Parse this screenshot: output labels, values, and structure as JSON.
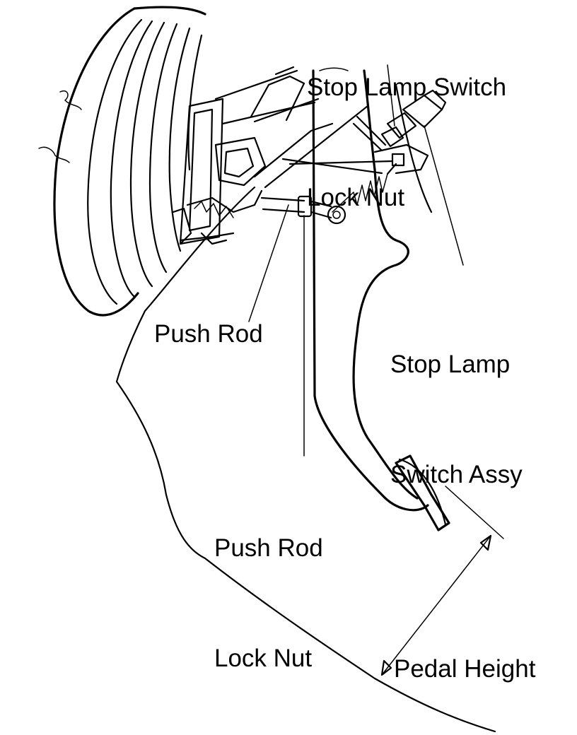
{
  "labels": {
    "stop_lamp_switch_lock_nut_line1": "Stop Lamp Switch",
    "stop_lamp_switch_lock_nut_line2": "Lock Nut",
    "stop_lamp_switch_assy_line1": "Stop Lamp",
    "stop_lamp_switch_assy_line2": "Switch Assy",
    "push_rod": "Push Rod",
    "push_rod_lock_nut_line1": "Push Rod",
    "push_rod_lock_nut_line2": "Lock Nut",
    "pedal_height": "Pedal Height"
  },
  "colors": {
    "line": "#000000",
    "background": "#ffffff"
  }
}
